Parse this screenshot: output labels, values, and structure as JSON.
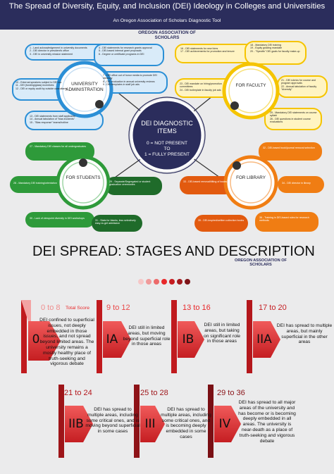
{
  "header": {
    "title": "The Spread of Diversity, Equity, and Inclusion (DEI) Ideology in Colleges and Universities",
    "subtitle": "An Oregon Association of Scholars Diagnostic Tool",
    "org": "OREGON ASSOCIATION OF SCHOLARS"
  },
  "center": {
    "title": "DEI DIAGNOSTIC ITEMS",
    "scale_line1": "0 = NOT PRESENT",
    "scale_line2": "TO",
    "scale_line3": "1 = FULLY PRESENT"
  },
  "hubs": {
    "admin": {
      "label": "UNIVERSITY ADMINISTRATION",
      "color": "#2b8fd6",
      "icon": "building-icon"
    },
    "faculty": {
      "label": "FOR FACULTY",
      "color": "#f5c400",
      "icon": "teacher-icon"
    },
    "students": {
      "label": "FOR STUDENTS",
      "color": "#2e9a3a",
      "icon": "students-icon"
    },
    "library": {
      "label": "FOR LIBRARY",
      "color": "#f07d13",
      "icon": "library-icon"
    }
  },
  "admin_items": {
    "a1": "1 - Land acknowledgement in university documents\n2 - DEI director in president's office\n3 - DEI in university mission statement",
    "a2": "4 - DEI statements for research grants approval\n5 - DEI-based internal grant proposals\n6 - Degree or certificate programs in DEI",
    "a3": "7 - DEI office out of honor media to promote DEI ideology\n8 - DEI evaluation in annual university reviews\n9 - DEI templates in staff job ads",
    "a4": "10 - External speakers subject to DEI too\n11 - DEI (funding/glass) incentives\n12 - DEI or equity audit by outside consultants",
    "a5": "13 - DEI statements from staff applicants\n14 - Annual tabulation of \"bias incidents\"\n15 - \"Bias response\" teams/hotline"
  },
  "faculty_items": {
    "f1": "16 - DEI statements for new hires\n17 - DEI achievements for promotion and tenure",
    "f2": "18 - Mandatory DEI training\n19 - Equity grading mandate\n20 - \"Specific\" DEI goals for faculty make-up",
    "f3": "21 - DEI rubrics for course and program approvals\n22 - Annual tabulation of faculty \"diversity\"",
    "f4": "23 - DEI mandate on hiring/promotion committees\n24 - DEI boilerplate in faculty job ads",
    "f5": "25 - Mandatory DEI statements on course syllabi\n26 - DEI questions in student course evaluations"
  },
  "student_items": {
    "s1": "27 - Mandatory DEI classes for all undergraduates",
    "s2": "28 - Mandatory DEI training/orientation",
    "s3": "29 - Separate/Segregated or student graduation ceremonies",
    "s4": "30 - Lack of viewpoint diversity in DEI workshops",
    "s5": "31 - Stats for blacks, less selectively easy-to-get admission"
  },
  "library_items": {
    "l1": "32 - DEI-based book/journal removal selection",
    "l2": "33 - DEI-based removal/tilting of books",
    "l3": "34 - DEI director in library",
    "l4": "35 - DEI-inspired/written collection books",
    "l5": "36 - Training in DEI-based rules for research methods"
  },
  "stages": {
    "heading": "DEI SPREAD: STAGES AND DESCRIPTION",
    "org": "OREGON ASSOCIATION OF SCHOLARS",
    "items": [
      {
        "label": "0",
        "score": "0 to 8",
        "total_label": "Total Score",
        "desc": "DEI confined to superficial issues, not deeply embedded in those issues, and not spread beyond limited areas. The university remains a mostly healthy place of truth-seeking and vigorous debate"
      },
      {
        "label": "IA",
        "score": "9 to 12",
        "desc": "DEI still in limited areas, but moving beyond superficial role in those areas"
      },
      {
        "label": "IB",
        "score": "13 to 16",
        "desc": "DEI still in limited areas, but taking on significant role in those areas"
      },
      {
        "label": "IIA",
        "score": "17 to 20",
        "desc": "DEI has spread to multiple areas, but mainly superficial in the other areas"
      },
      {
        "label": "IIB",
        "score": "21 to 24",
        "desc": "DEI has spread to multiple areas, including some critical ones, and is moving beyond superficial in some cases"
      },
      {
        "label": "III",
        "score": "25 to 28",
        "desc": "DEI has spread to multiple areas, including some critical ones, and is becoming deeply embedded in some cases"
      },
      {
        "label": "IV",
        "score": "29 to 36",
        "desc": "DEI has spread to all major areas of the university and has become or is becoming deeply embedded in all areas. The university is near-death as a place of truth-seeking and vigorous debate"
      }
    ]
  },
  "colors": {
    "navy": "#2b2d5c",
    "red": "#e8282a",
    "dark_red": "#8e1a1e"
  }
}
